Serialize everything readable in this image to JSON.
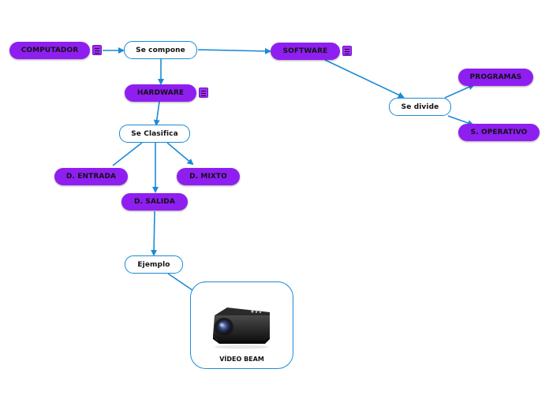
{
  "colors": {
    "topic": "#8f1ff0",
    "line": "#1b8ad6",
    "label_border": "#1b8ad6"
  },
  "nodes": {
    "computador": "COMPUTADOR",
    "se_compone": "Se compone",
    "software": "SOFTWARE",
    "hardware": "HARDWARE",
    "se_clasifica": "Se Clasifica",
    "d_entrada": "D. ENTRADA",
    "d_mixto": "D. MIXTO",
    "d_salida": "D. SALIDA",
    "ejemplo": "Ejemplo",
    "se_divide": "Se divide",
    "programas": "PROGRAMAS",
    "s_operativo": "S. OPERATIVO"
  },
  "image_card": {
    "caption": "VÍDEO BEAM",
    "icon": "projector-icon"
  },
  "note_icon": "note-icon"
}
